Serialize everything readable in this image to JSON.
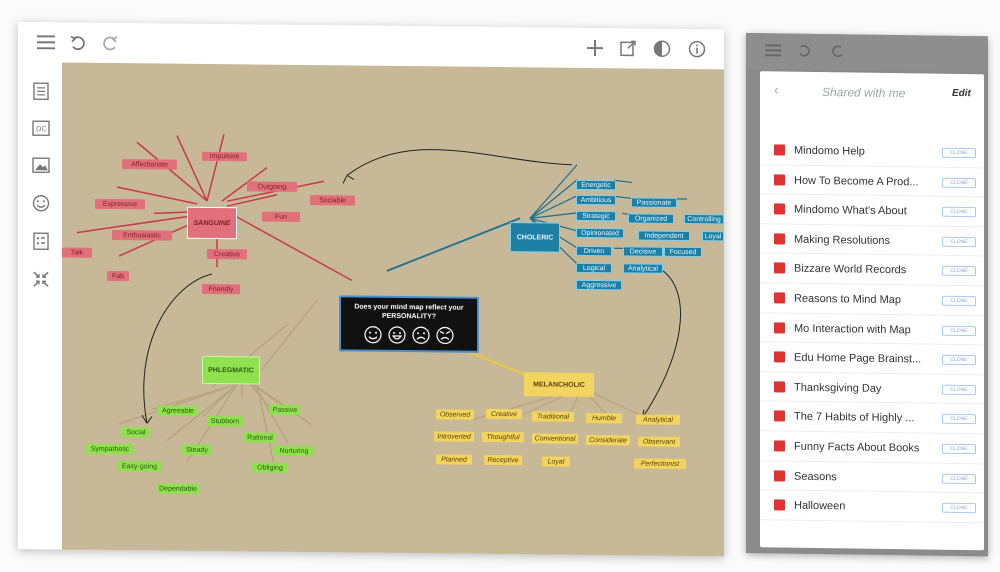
{
  "toolbar": {
    "menu_icon": "menu-icon",
    "undo_icon": "undo-icon",
    "redo_icon": "redo-icon",
    "add_icon": "add-icon",
    "export_icon": "export-icon",
    "theme_icon": "theme-icon",
    "info_icon": "info-icon"
  },
  "sidebar": {
    "items": [
      {
        "name": "outline-icon"
      },
      {
        "name": "text-format-icon"
      },
      {
        "name": "image-icon"
      },
      {
        "name": "emoji-icon"
      },
      {
        "name": "task-icon"
      },
      {
        "name": "collapse-icon"
      }
    ]
  },
  "mindmap": {
    "center": {
      "title": "Does your mind map reflect your PERSONALITY?"
    },
    "branches": {
      "sanguine": "SANGUINE",
      "choleric": "CHOLERIC",
      "phlegmatic": "PHLEGMATIC",
      "melancholic": "MELANCHOLIC"
    },
    "choleric_traits": [
      "Energetic",
      "Ambitious",
      "Strategic",
      "Opinionated",
      "Driven",
      "Logical",
      "Aggressive",
      "Passionate",
      "Organized",
      "Independent",
      "Decisive",
      "Analytical",
      "Focused",
      "Controlling",
      "Loyal"
    ],
    "phlegmatic_traits": [
      "Agreeable",
      "Social",
      "Sympathetic",
      "Easy-going",
      "Dependable",
      "Stubborn",
      "Steady",
      "Rational",
      "Nurturing",
      "Passive",
      "Obliging"
    ],
    "melancholic_traits": [
      "Observed",
      "Creative",
      "Traditional",
      "Humble",
      "Analytical",
      "Introverted",
      "Thoughtful",
      "Conventional",
      "Considerate",
      "Observant",
      "Planned",
      "Receptive",
      "Loyal",
      "Perfectionist"
    ]
  },
  "phone": {
    "title": "Shared with me",
    "edit_label": "Edit",
    "badge_label": "CLONE",
    "items": [
      "Mindomo Help",
      "How To Become A Prod...",
      "Mindomo What's About",
      "Making Resolutions",
      "Bizzare World Records",
      "Reasons to Mind Map",
      "Mo Interaction with Map",
      "Edu Home Page Brainst...",
      "Thanksgiving Day",
      "The 7 Habits of Highly ...",
      "Funny Facts About Books",
      "Seasons",
      "Halloween"
    ]
  },
  "colors": {
    "canvas_bg": "#c7b898",
    "sanguine": "#e2707a",
    "choleric": "#1d7fa3",
    "phlegmatic": "#8fe14e",
    "melancholic": "#f3d45f"
  }
}
